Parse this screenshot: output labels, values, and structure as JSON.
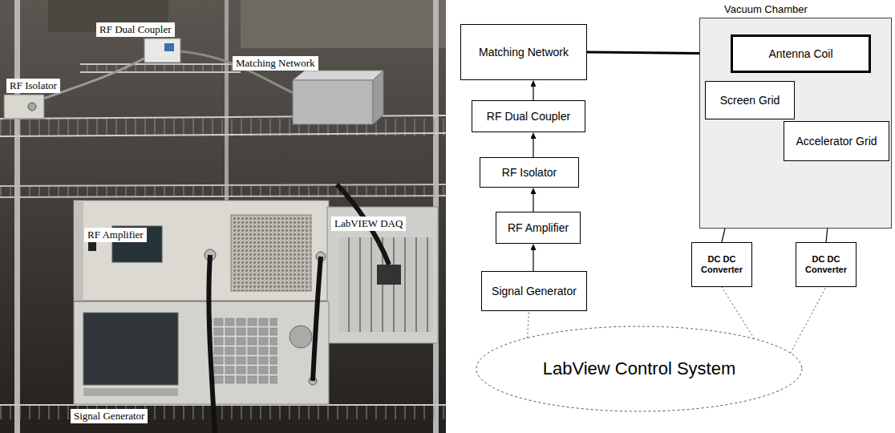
{
  "diagram": {
    "nodes": [
      {
        "text": [
          "Matching Network"
        ]
      },
      {
        "text": [
          "Vacuum Chamber"
        ]
      },
      {
        "text": [
          "Antenna Coil"
        ],
        "in": 1
      },
      {
        "text": [
          "Screen Grid"
        ],
        "in": 1
      },
      {
        "text": [
          "Accelerator Grid"
        ],
        "in": 1
      },
      {
        "text": [
          "RF Dual Coupler"
        ]
      },
      {
        "text": [
          "RF Isolator"
        ]
      },
      {
        "text": [
          "RF Amplifier"
        ]
      },
      {
        "text": [
          "DC DC Converter"
        ]
      },
      {
        "text": [
          "DC DC Converter"
        ]
      },
      {
        "text": [
          "Signal Generator"
        ]
      },
      {
        "text": [
          "LabView Control System"
        ]
      }
    ],
    "edges": [
      {
        "from": 10,
        "to": 7,
        "arrow": "to"
      },
      {
        "from": 7,
        "to": 6,
        "arrow": "to"
      },
      {
        "from": 6,
        "to": 5,
        "arrow": "to"
      },
      {
        "from": 5,
        "to": 0,
        "arrow": "to"
      },
      {
        "from": 0,
        "to": 2,
        "arrow": "to"
      },
      {
        "from": 8,
        "to": 3,
        "arrow": "to"
      },
      {
        "from": 9,
        "to": 4,
        "arrow": "to"
      },
      {
        "from": 11,
        "to": 10,
        "arrow": "none"
      },
      {
        "from": 11,
        "to": 8,
        "arrow": "none"
      },
      {
        "from": 11,
        "to": 9,
        "arrow": "none"
      }
    ],
    "labels": [
      "RF Dual Coupler",
      "Matching Network",
      "RF Isolator",
      "LabVIEW DAQ",
      "RF Amplifier",
      "Signal Generator"
    ]
  }
}
